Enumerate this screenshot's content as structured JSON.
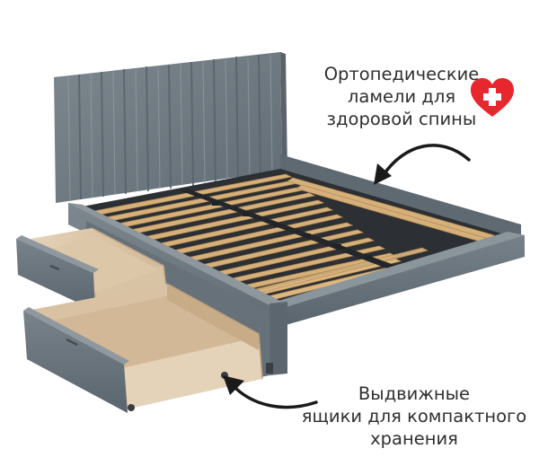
{
  "callouts": {
    "slats": {
      "lines": [
        "Ортопедические",
        "ламели для",
        "здоровой спины"
      ]
    },
    "drawers": {
      "lines": [
        "Выдвижные",
        "ящики для компактного",
        "хранения"
      ]
    }
  },
  "icons": {
    "health": "heart-cross-icon",
    "arrow_slats": "curved-arrow-icon",
    "arrow_drawers": "curved-arrow-icon"
  },
  "colors": {
    "upholstery": "#6f7a82",
    "upholstery_dark": "#56606a",
    "upholstery_light": "#8a949b",
    "slat_wood": "#d6b07a",
    "wood_panel": "#e2cdb3",
    "heart": "#e8262e",
    "text": "#2f2f2f",
    "arrow": "#1a1a1a"
  }
}
